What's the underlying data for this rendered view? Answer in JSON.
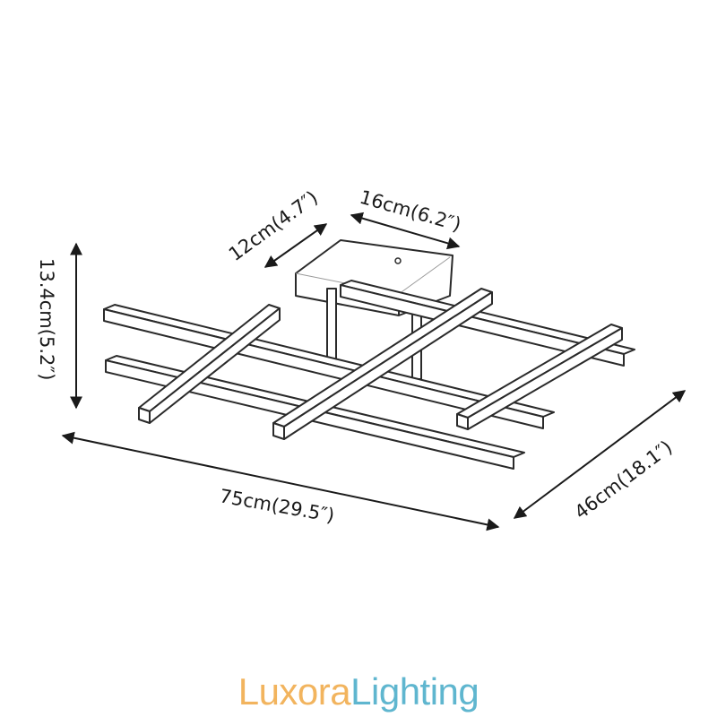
{
  "dimensions": {
    "width": "75cm(29.5″)",
    "depth": "46cm(18.1″)",
    "height": "13.4cm(5.2″)",
    "canopy_length": "16cm(6.2″)",
    "canopy_width": "12cm(4.7″)"
  },
  "brand": {
    "part1": "Luxora",
    "part2": "Lighting",
    "color1": "#f2b45e",
    "color2": "#5fb6cf"
  },
  "icons": {
    "product": "ceiling-light-line-art",
    "arrows": "double-headed-arrow"
  }
}
